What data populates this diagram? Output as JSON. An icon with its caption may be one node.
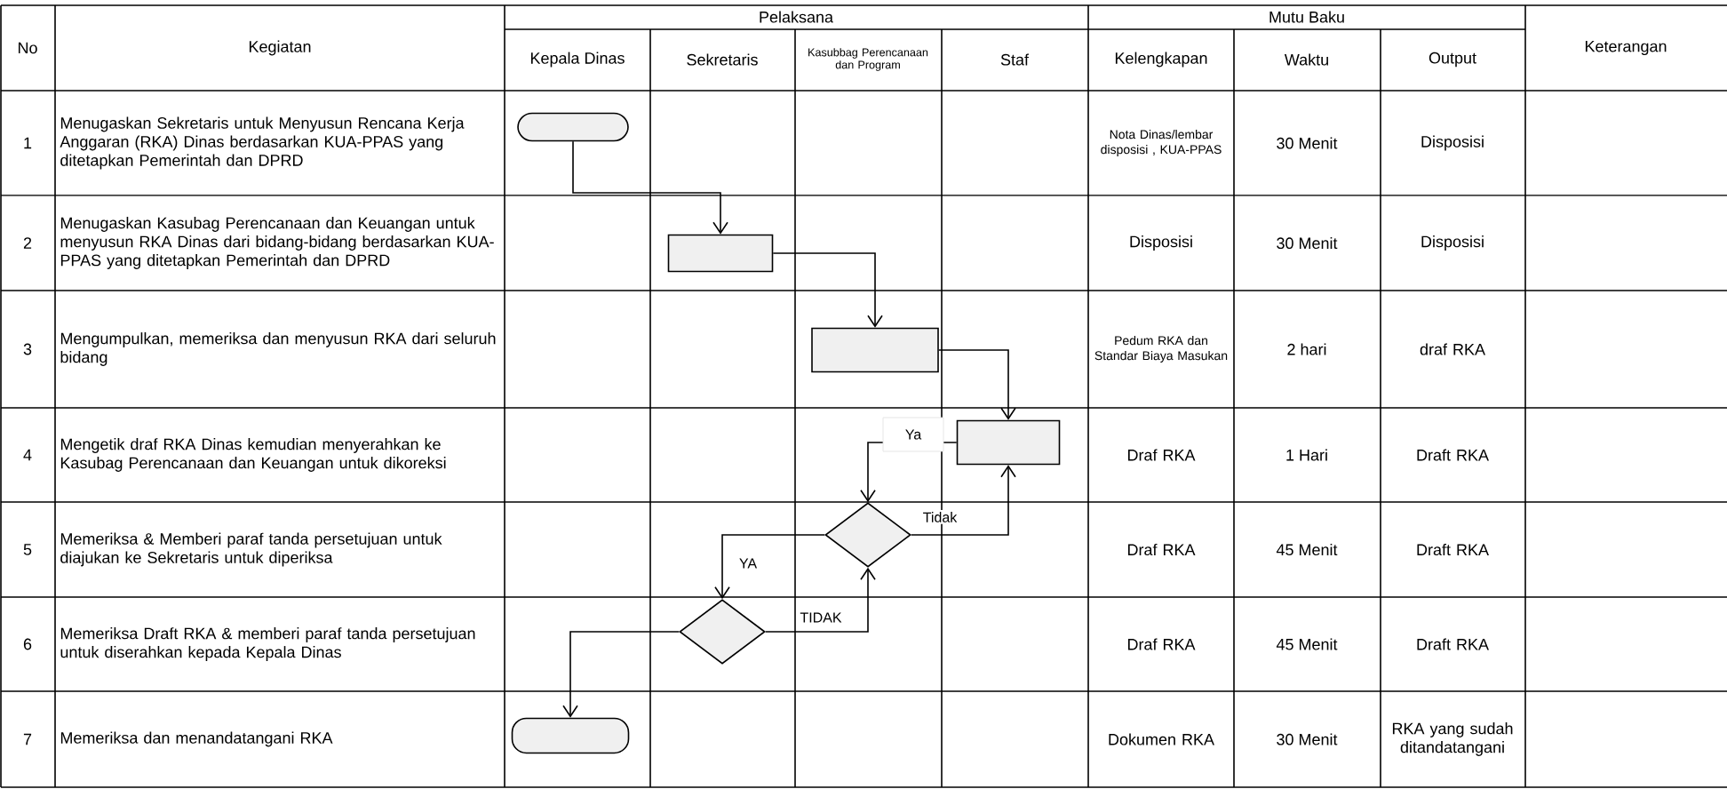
{
  "diagram": {
    "nodes": [
      {
        "text": [],
        "shape": "oval"
      },
      {
        "text": [],
        "shape": "box"
      },
      {
        "text": [],
        "shape": "box"
      },
      {
        "text": [],
        "shape": "box"
      },
      {
        "text": [],
        "shape": "diamond"
      },
      {
        "text": [],
        "shape": "diamond"
      },
      {
        "text": [],
        "shape": "oval"
      }
    ],
    "edges": [
      {
        "from": 0,
        "to": 1,
        "arrow": "to"
      },
      {
        "from": 1,
        "to": 2,
        "arrow": "to"
      },
      {
        "from": 2,
        "to": 3,
        "arrow": "to"
      },
      {
        "from": 3,
        "to": 4,
        "arrow": "to",
        "label": "Ya"
      },
      {
        "from": 4,
        "to": 3,
        "arrow": "to",
        "label": "Tidak"
      },
      {
        "from": 4,
        "to": 5,
        "arrow": "to",
        "label": "YA"
      },
      {
        "from": 5,
        "to": 4,
        "arrow": "to",
        "label": "TIDAK"
      },
      {
        "from": 5,
        "to": 6,
        "arrow": "to"
      }
    ],
    "labels": [
      "No",
      "Kegiatan",
      "Pelaksana",
      "Mutu Baku",
      "Keterangan",
      "Kepala Dinas",
      "Sekretaris",
      "Kasubbag Perencanaan dan Program",
      "Staf",
      "Kelengkapan",
      "Waktu",
      "Output",
      "1",
      "Menugaskan Sekretaris untuk Menyusun Rencana Kerja Anggaran (RKA) Dinas berdasarkan KUA-PPAS yang ditetapkan Pemerintah dan DPRD",
      "Nota Dinas/lembar disposisi , KUA-PPAS",
      "30 Menit",
      "Disposisi",
      "2",
      "Menugaskan Kasubag Perencanaan dan Keuangan untuk menyusun RKA Dinas dari bidang-bidang berdasarkan KUA-PPAS yang ditetapkan Pemerintah dan DPRD",
      "Disposisi",
      "30 Menit",
      "Disposisi",
      "3",
      "Mengumpulkan, memeriksa dan menyusun RKA dari seluruh bidang",
      "Pedum RKA dan Standar Biaya Masukan",
      "2 hari",
      "draf RKA",
      "4",
      "Mengetik draf RKA Dinas kemudian menyerahkan ke Kasubag Perencanaan dan Keuangan untuk dikoreksi",
      "Draf RKA",
      "1 Hari",
      "Draft RKA",
      "5",
      "Memeriksa & Memberi paraf tanda persetujuan untuk diajukan ke Sekretaris untuk diperiksa",
      "Draf RKA",
      "45 Menit",
      "Draft RKA",
      "6",
      "Memeriksa Draft RKA & memberi paraf tanda persetujuan untuk diserahkan kepada Kepala Dinas",
      "Draf RKA",
      "45 Menit",
      "Draft RKA",
      "7",
      "Memeriksa dan menandatangani RKA",
      "Dokumen RKA",
      "30 Menit",
      "RKA yang sudah ditandatangani"
    ]
  }
}
